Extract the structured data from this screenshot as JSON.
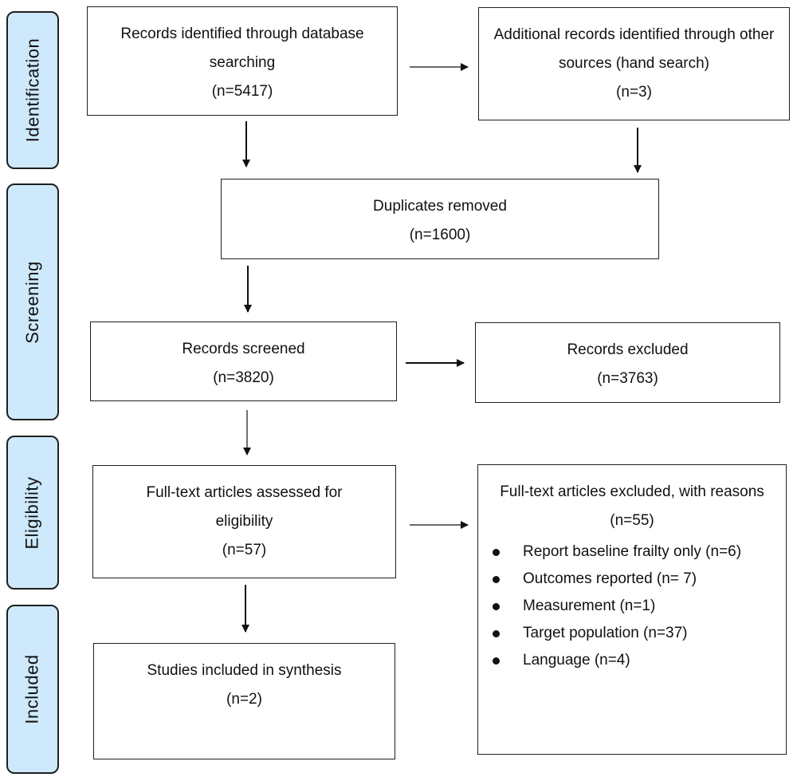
{
  "phases": [
    {
      "label": "Identification"
    },
    {
      "label": "Screening"
    },
    {
      "label": "Eligibility"
    },
    {
      "label": "Included"
    }
  ],
  "boxes": {
    "database": {
      "text": "Records identified through database searching",
      "n": "(n=5417)"
    },
    "additional": {
      "text": "Additional records identified through other sources (hand search)",
      "n": "(n=3)"
    },
    "duplicates": {
      "text": "Duplicates removed",
      "n": "(n=1600)"
    },
    "screened": {
      "text": "Records screened",
      "n": "(n=3820)"
    },
    "excluded": {
      "text": "Records excluded",
      "n": "(n=3763)"
    },
    "fulltext": {
      "text": "Full-text articles assessed for eligibility",
      "n": "(n=57)"
    },
    "fulltext_excluded": {
      "text": "Full-text articles excluded, with reasons",
      "n": "(n=55)",
      "reasons": [
        "Report baseline frailty only (n=6)",
        "Outcomes reported (n= 7)",
        "Measurement (n=1)",
        "Target population (n=37)",
        "Language (n=4)"
      ]
    },
    "included": {
      "text": "Studies included in synthesis",
      "n": "(n=2)"
    }
  },
  "colors": {
    "phase_fill": "#cde9fb",
    "border": "#1f1f1f"
  }
}
